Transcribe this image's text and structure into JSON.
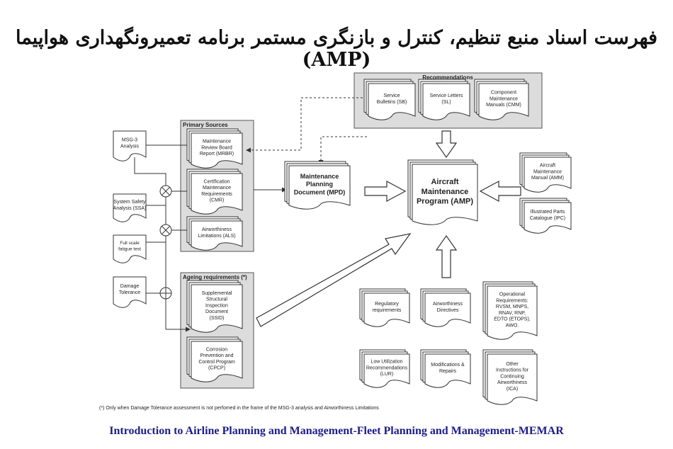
{
  "title": "فهرست اسناد منبع تنظیم، کنترل و بازنگری مستمر برنامه تعمیرونگهداری هواپیما (AMP)",
  "footer": "Introduction to Airline Planning and Management-Fleet Planning and Management-MEMAR",
  "footnote": "(*) Only when Damage Tolerance assessment is not perfomed in the frame of the MSG-3 analysis and Airworthiness Limitations",
  "groups": {
    "recommendations": "Recommendations",
    "primary": "Primary Sources",
    "ageing": "Ageing requirements (*)"
  },
  "inputs": {
    "msg3": [
      "MSG-3",
      "Analysis"
    ],
    "ssa": [
      "System Safety",
      "Analysis (SSA)"
    ],
    "fatigue": [
      "Full scale",
      "fatigue test"
    ],
    "damage": [
      "Damage",
      "Tolerance"
    ]
  },
  "docs": {
    "mrbr": [
      "Maintenance",
      "Review Board",
      "Report (MRBR)"
    ],
    "cmr": [
      "Certification",
      "Maintenance",
      "Requirements",
      "(CMR)"
    ],
    "als": [
      "Airworthiness",
      "Limitations (ALS)"
    ],
    "ssid": [
      "Supplemental",
      "Structural",
      "Inspection",
      "Document",
      "(SSID)"
    ],
    "cpcp": [
      "Corrosion",
      "Prevention and",
      "Control Program",
      "(CPCP)"
    ],
    "sb": [
      "Service",
      "Bulletins (SB)"
    ],
    "sl": [
      "Service Letters",
      "(SL)"
    ],
    "cmm": [
      "Component",
      "Maintenance",
      "Manuals (CMM)"
    ],
    "mpd": [
      "Maintenance",
      "Planning",
      "Document (MPD)"
    ],
    "amp": [
      "Aircraft",
      "Maintenance",
      "Program (AMP)"
    ],
    "amm": [
      "Aircraft",
      "Maintenance",
      "Manual (AMM)"
    ],
    "ipc": [
      "Illustrated Parts",
      "Catalogue (IPC)"
    ],
    "reg": [
      "Regulatory",
      "requirements"
    ],
    "ad": [
      "Airworthiness",
      "Directives"
    ],
    "ops": [
      "Operational",
      "Requirements:",
      "RVSM, MNPS,",
      "RNAV, RNP,",
      "EDTO (ETOPS),",
      "AWO."
    ],
    "lur": [
      "Low Utilization",
      "Recommendations",
      "(LUR)"
    ],
    "mods": [
      "Modifications &",
      "Repairs"
    ],
    "ica": [
      "Other",
      "Instructions for",
      "Continuing",
      "Airworthiness",
      "(ICA)"
    ]
  }
}
